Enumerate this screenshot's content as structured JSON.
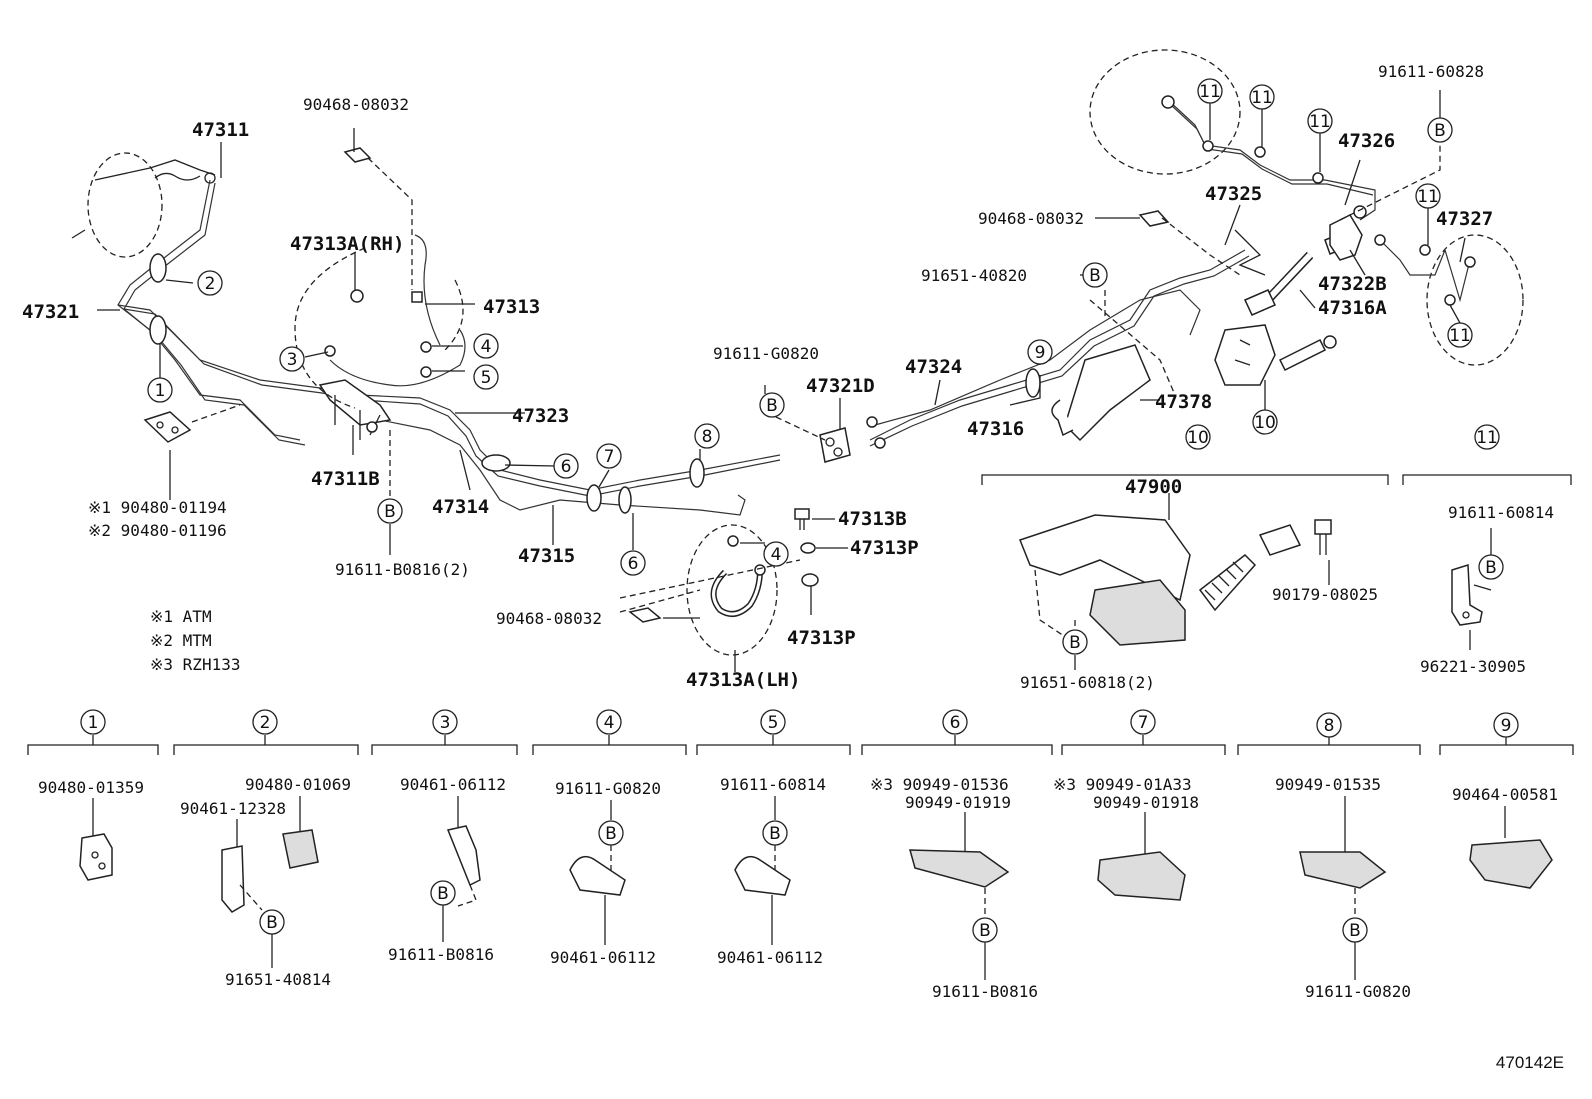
{
  "labels": {
    "p47311": "47311",
    "p47321": "47321",
    "p90468_a": "90468-08032",
    "p47313A_rh": "47313A(RH)",
    "p47313": "47313",
    "p47323": "47323",
    "p47311B": "47311B",
    "p47314": "47314",
    "p47315": "47315",
    "p91611_b0816_2": "91611-B0816(2)",
    "note1": "※1 90480-01194",
    "note2": "※2 90480-01196",
    "legend1": "※1 ATM",
    "legend2": "※2 MTM",
    "legend3": "※3 RZH133",
    "p91611_g0820_a": "91611-G0820",
    "p47321D": "47321D",
    "p47313B": "47313B",
    "p47313P_a": "47313P",
    "p47313P_b": "47313P",
    "p90468_b": "90468-08032",
    "p47313A_lh": "47313A(LH)",
    "p47324": "47324",
    "p47316": "47316",
    "p90468_c": "90468-08032",
    "p91651_40820": "91651-40820",
    "p47325": "47325",
    "p91611_60828": "91611-60828",
    "p47326": "47326",
    "p47327": "47327",
    "p47322B": "47322B",
    "p47316A": "47316A",
    "p47378": "47378",
    "p47900": "47900",
    "p90179": "90179-08025",
    "p91651_60818_2": "91651-60818(2)",
    "p91611_60814_a": "91611-60814",
    "p96221": "96221-30905"
  },
  "callouts": {
    "c1": "1",
    "c2": "2",
    "c3": "3",
    "c4": "4",
    "c5": "5",
    "c6": "6",
    "c7": "7",
    "c8": "8",
    "c9": "9",
    "c10": "10",
    "c11": "11",
    "b": "B"
  },
  "details": [
    {
      "num": "1",
      "parts": [
        "90480-01359"
      ]
    },
    {
      "num": "2",
      "parts": [
        "90480-01069",
        "90461-12328",
        "91651-40814"
      ]
    },
    {
      "num": "3",
      "parts": [
        "90461-06112",
        "91611-B0816"
      ]
    },
    {
      "num": "4",
      "parts": [
        "91611-G0820",
        "90461-06112"
      ]
    },
    {
      "num": "5",
      "parts": [
        "91611-60814",
        "90461-06112"
      ]
    },
    {
      "num": "6",
      "parts": [
        "※3 90949-01536",
        "90949-01919",
        "91611-B0816"
      ]
    },
    {
      "num": "7",
      "parts": [
        "※3 90949-01A33",
        "90949-01918"
      ]
    },
    {
      "num": "8",
      "parts": [
        "90949-01535",
        "91611-G0820"
      ]
    },
    {
      "num": "9",
      "parts": [
        "90464-00581"
      ]
    }
  ],
  "figure_code": "470142E"
}
